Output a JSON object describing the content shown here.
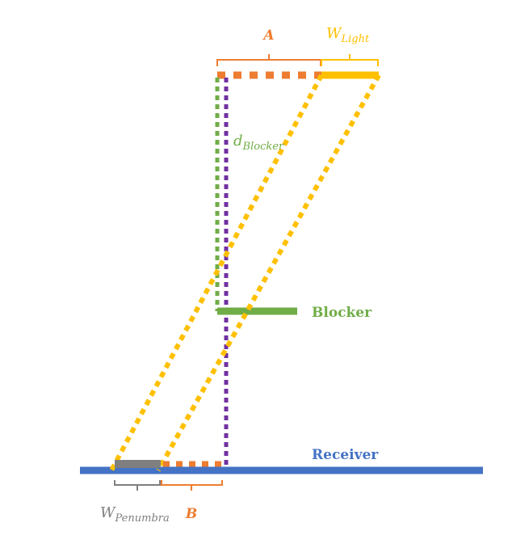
{
  "labels": {
    "a": "A",
    "w_light_main": "W",
    "w_light_sub": "Light",
    "d_blocker_main": "d",
    "d_blocker_sub": "Blocker",
    "blocker": "Blocker",
    "receiver": "Receiver",
    "w_penumbra_main": "W",
    "w_penumbra_sub": "Penumbra",
    "b": "B"
  },
  "colors": {
    "orange": "#ED7D31",
    "yellow": "#FFC000",
    "green": "#70AD47",
    "purple": "#7030A0",
    "blue": "#4472C4",
    "gray": "#7F7F7F"
  }
}
